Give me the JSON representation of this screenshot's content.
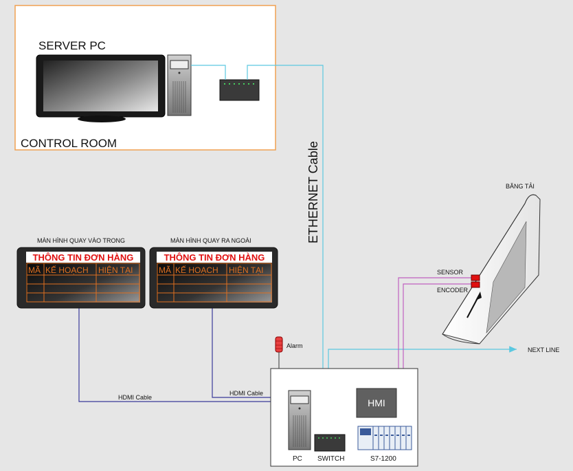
{
  "control_room": {
    "title": "CONTROL ROOM",
    "server_label": "SERVER PC"
  },
  "network": {
    "ethernet_label": "ETHERNET Cable",
    "hdmi_label_1": "HDMI Cable",
    "hdmi_label_2": "HDMI Cable"
  },
  "displays": [
    {
      "caption": "MÀN HÌNH QUAY VÀO TRONG",
      "header": "THÔNG TIN ĐƠN HÀNG",
      "columns": [
        "MÃ",
        "KẾ HOẠCH",
        "HIỆN TẠI"
      ]
    },
    {
      "caption": "MÀN HÌNH QUAY RA NGOÀI",
      "header": "THÔNG TIN ĐƠN HÀNG",
      "columns": [
        "MÃ",
        "KẾ HOẠCH",
        "HIỆN TẠI"
      ]
    }
  ],
  "conveyor": {
    "title": "BĂNG TẢI",
    "sensor_label": "SENSOR",
    "encoder_label": "ENCODER",
    "next_line_label": "NEXT LINE"
  },
  "cabinet": {
    "alarm_label": "Alarm",
    "pc_label": "PC",
    "switch_label": "SWITCH",
    "plc_label": "S7-1200",
    "hmi_label": "HMI"
  },
  "colors": {
    "ethernet": "#5bc8e0",
    "hdmi": "#3a3a9a",
    "sensor_wire": "#c060c0",
    "display_header": "#e01010",
    "display_grid": "#e07020",
    "control_room_border": "#f0a050"
  }
}
